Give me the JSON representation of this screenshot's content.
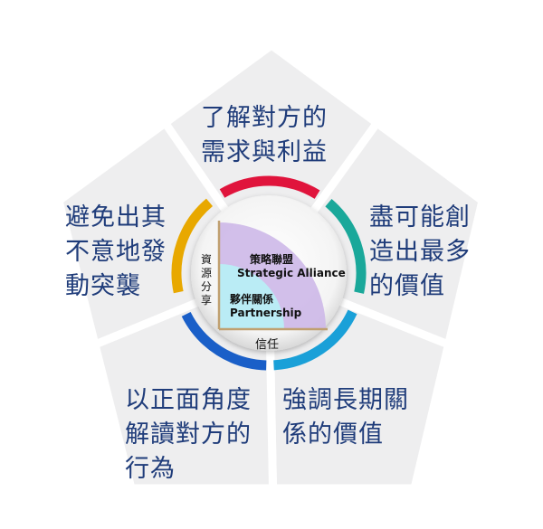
{
  "segments": {
    "top": {
      "lines": [
        "了解對方的",
        "需求與利益"
      ]
    },
    "right": {
      "lines": [
        "盡可能創",
        "造出最多",
        "的價值"
      ]
    },
    "bottom_right": {
      "lines": [
        "強調長期關",
        "係的價值"
      ]
    },
    "bottom_left": {
      "lines": [
        "以正面角度",
        "解讀對方的",
        "行為"
      ]
    },
    "left": {
      "lines": [
        "避免出其",
        "不意地發",
        "動突襲"
      ]
    }
  },
  "center": {
    "y_axis_chars": [
      "資",
      "源",
      "分",
      "享"
    ],
    "x_axis_label": "信任",
    "strategic_alliance": {
      "zh": "策略聯盟",
      "en": "Strategic Alliance"
    },
    "partnership": {
      "zh": "夥伴關係",
      "en": "Partnership"
    }
  },
  "colors": {
    "pentagon_fill": "#eeeeef",
    "text": "#1f3c7a",
    "arc_top": "#e0143c",
    "arc_right": "#1aa89a",
    "arc_bottom_right": "#1aa0d8",
    "arc_bottom_left": "#1a5fc8",
    "arc_left": "#e8a800",
    "alliance_fill": "#cdb8e8",
    "partnership_fill": "#b8eef6",
    "axis": "#c0a070"
  }
}
